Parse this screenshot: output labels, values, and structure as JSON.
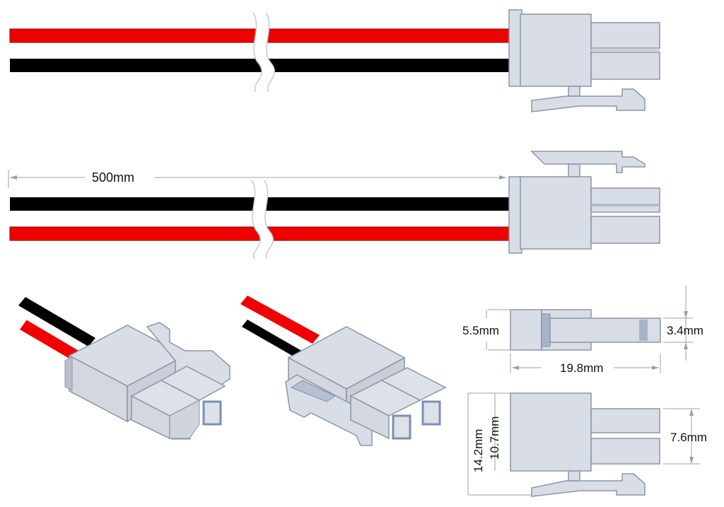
{
  "labels": {
    "length": "500mm",
    "height_outer": "5.5mm",
    "height_pin": "3.4mm",
    "length_total": "19.8mm",
    "side_total": "14.2mm",
    "side_body": "10.7mm",
    "side_pins": "7.6mm"
  },
  "colors": {
    "wire_red": "#f00000",
    "wire_black": "#000000",
    "housing_fill": "#d9dde5",
    "housing_stroke": "#8c95a6",
    "housing_dark": "#a9b3c7",
    "pin_edge": "#7b8fb5",
    "dim_line": "#9aa0aa"
  },
  "icons": {
    "break": "wavy-break-icon",
    "connector": "two-pin-connector-icon"
  }
}
